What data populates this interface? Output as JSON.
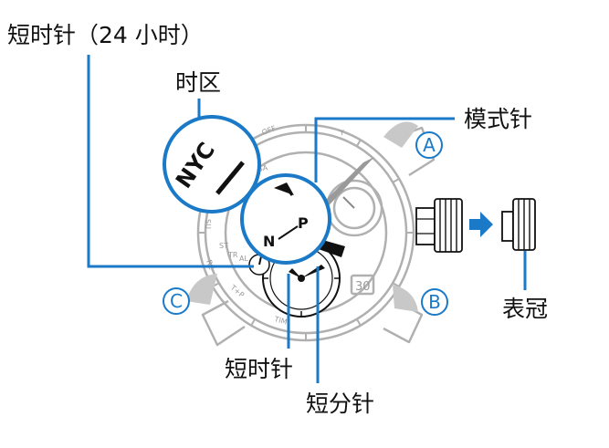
{
  "callouts": {
    "hour_hand_24": "短时针（24 小时）",
    "time_zone": "时区",
    "mode_hand": "模式针",
    "crown": "表冠",
    "hour_hand": "短时针",
    "minute_hand": "短分针"
  },
  "buttons": {
    "a": "A",
    "b": "B",
    "c": "C"
  },
  "dial_texts": {
    "zone_code": "NYC",
    "mode_n": "N",
    "mode_p": "P",
    "date": "30",
    "off": "OFF",
    "sa": "SA",
    "st": "ST",
    "tr": "TR",
    "al": "AL",
    "rc": "RC",
    "tp": "T+P",
    "tim": "TIM",
    "sun": "SU",
    "y": "Y",
    "r": "R"
  },
  "colors": {
    "accent": "#1a7ac8",
    "line": "#1a7ac8",
    "outline": "#b0b0b0",
    "dark": "#111111"
  }
}
